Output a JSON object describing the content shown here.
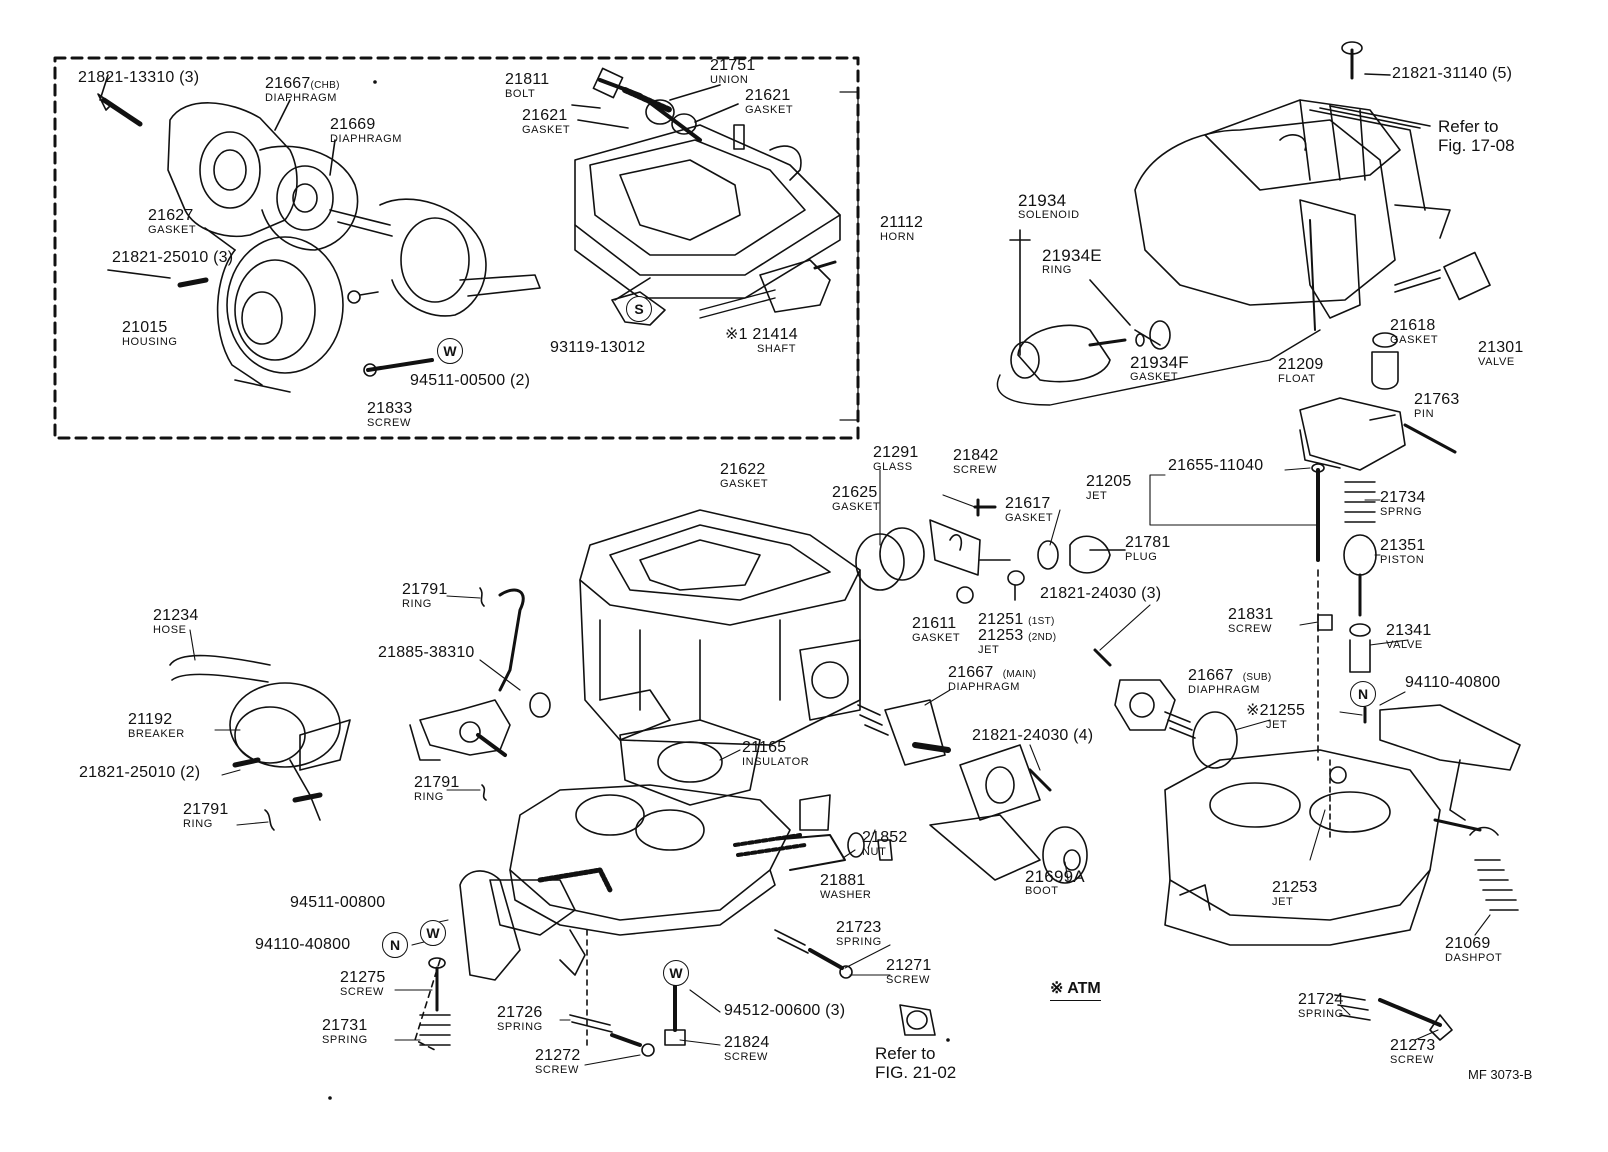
{
  "labels": {
    "l01": {
      "pn": "21821-13310 (3)",
      "nm": ""
    },
    "l02": {
      "pn": "21667",
      "sub": "(CHB)",
      "nm": "DIAPHRAGM"
    },
    "l03": {
      "pn": "21669",
      "nm": "DIAPHRAGM"
    },
    "l04": {
      "pn": "21627",
      "nm": "GASKET"
    },
    "l05": {
      "pn": "21821-25010 (3)",
      "nm": ""
    },
    "l06": {
      "pn": "21015",
      "nm": "HOUSING"
    },
    "l07": {
      "pn": "94511-00500 (2)",
      "nm": ""
    },
    "l08": {
      "pn": "21833",
      "nm": "SCREW"
    },
    "l09": {
      "pn": "21811",
      "nm": "BOLT"
    },
    "l10": {
      "pn": "21751",
      "nm": "UNION"
    },
    "l11": {
      "pn": "21621",
      "nm": "GASKET"
    },
    "l12": {
      "pn": "21621",
      "nm": "GASKET"
    },
    "l13": {
      "pn": "21112",
      "nm": "HORN"
    },
    "l14": {
      "pn": "93119-13012",
      "nm": ""
    },
    "l15": {
      "pn": "※1 21414",
      "nm": "SHAFT"
    },
    "l16": {
      "pn": "21821-31140 (5)",
      "nm": ""
    },
    "l17": {
      "pn": "21934",
      "nm": "SOLENOID"
    },
    "l18": {
      "pn": "21934E",
      "nm": "RING"
    },
    "l19": {
      "pn": "21934F",
      "nm": "GASKET"
    },
    "l20": {
      "pn": "21618",
      "nm": "GASKET"
    },
    "l21": {
      "pn": "21301",
      "nm": "VALVE"
    },
    "l22": {
      "pn": "21209",
      "nm": "FLOAT"
    },
    "l23": {
      "pn": "21763",
      "nm": "PIN"
    },
    "l24": {
      "pn": "21622",
      "nm": "GASKET"
    },
    "l25": {
      "pn": "21291",
      "nm": "GLASS"
    },
    "l26": {
      "pn": "21842",
      "nm": "SCREW"
    },
    "l27": {
      "pn": "21625",
      "nm": "GASKET"
    },
    "l28": {
      "pn": "21617",
      "nm": "GASKET"
    },
    "l29": {
      "pn": "21781",
      "nm": "PLUG"
    },
    "l30": {
      "pn": "21655-11040",
      "nm": ""
    },
    "l31": {
      "pn": "21205",
      "nm": "JET"
    },
    "l32": {
      "pn": "21734",
      "nm": "SPRNG"
    },
    "l33": {
      "pn": "21351",
      "nm": "PISTON"
    },
    "l34": {
      "pn": "21611",
      "nm": "GASKET"
    },
    "l35": {
      "pn": "21251",
      "sub": "(1ST)",
      "pn2": "21253",
      "sub2": "(2ND)",
      "nm": "JET"
    },
    "l36": {
      "pn": "21821-24030 (3)",
      "nm": ""
    },
    "l37": {
      "pn": "21831",
      "nm": "SCREW"
    },
    "l38": {
      "pn": "21341",
      "nm": "VALVE"
    },
    "l39": {
      "pn": "21791",
      "nm": "RING"
    },
    "l40": {
      "pn": "21234",
      "nm": "HOSE"
    },
    "l41": {
      "pn": "21885-38310",
      "nm": ""
    },
    "l42": {
      "pn": "21667",
      "sub": "(MAIN)",
      "nm": "DIAPHRAGM"
    },
    "l43": {
      "pn": "21667",
      "sub": "(SUB)",
      "nm": "DIAPHRAGM"
    },
    "l44": {
      "pn": "94110-40800",
      "nm": ""
    },
    "l45": {
      "pn": "※21255",
      "nm": "JET"
    },
    "l46": {
      "pn": "21192",
      "nm": "BREAKER"
    },
    "l47": {
      "pn": "21165",
      "nm": "INSULATOR"
    },
    "l48": {
      "pn": "21821-24030 (4)",
      "nm": ""
    },
    "l49": {
      "pn": "21821-25010 (2)",
      "nm": ""
    },
    "l50": {
      "pn": "21791",
      "nm": "RING"
    },
    "l51": {
      "pn": "21791",
      "nm": "RING"
    },
    "l52": {
      "pn": "21852",
      "nm": "NUT"
    },
    "l53": {
      "pn": "21881",
      "nm": "WASHER"
    },
    "l54": {
      "pn": "21699A",
      "nm": "BOOT"
    },
    "l55": {
      "pn": "21253",
      "nm": "JET"
    },
    "l56": {
      "pn": "21069",
      "nm": "DASHPOT"
    },
    "l57": {
      "pn": "94511-00800",
      "nm": ""
    },
    "l58": {
      "pn": "94110-40800",
      "nm": ""
    },
    "l59": {
      "pn": "21275",
      "nm": "SCREW"
    },
    "l60": {
      "pn": "21731",
      "nm": "SPRING"
    },
    "l61": {
      "pn": "21723",
      "nm": "SPRING"
    },
    "l62": {
      "pn": "21271",
      "nm": "SCREW"
    },
    "l63": {
      "pn": "21726",
      "nm": "SPRING"
    },
    "l64": {
      "pn": "94512-00600 (3)",
      "nm": ""
    },
    "l65": {
      "pn": "21272",
      "nm": "SCREW"
    },
    "l66": {
      "pn": "21824",
      "nm": "SCREW"
    },
    "l67": {
      "pn": "21724",
      "nm": "SPRING"
    },
    "l68": {
      "pn": "21273",
      "nm": "SCREW"
    }
  },
  "notes": {
    "refer_top_1": "Refer to",
    "refer_top_2": "Fig. 17-08",
    "refer_bottom_1": "Refer to",
    "refer_bottom_2": "FIG. 21-02",
    "atm": "※  ATM",
    "figure_code": "MF  3073-B"
  },
  "symbols": {
    "s_top": "S",
    "w_top": "W",
    "n_right": "N",
    "w_bottom": "W",
    "n_bottom": "N",
    "w_screw": "W"
  },
  "colors": {
    "ink": "#111111",
    "paper": "#ffffff"
  }
}
